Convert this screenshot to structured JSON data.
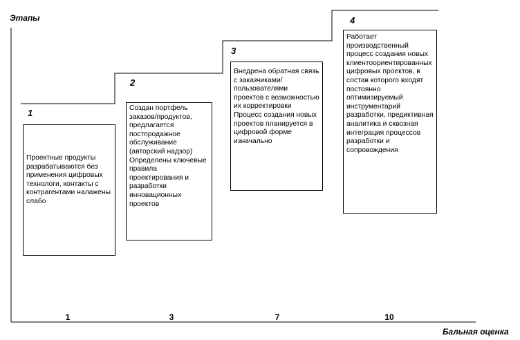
{
  "axes": {
    "y_label": "Этапы",
    "x_label": "Бальная оценка"
  },
  "stages": [
    {
      "number": "1",
      "score": "1",
      "text": [
        "Проектные продукты разрабатываются без применения цифровых технологи, контакты с контрагентами налажены слабо"
      ]
    },
    {
      "number": "2",
      "score": "3",
      "text": [
        "Создан портфель заказов/продуктов, предлагается постпродажное обслуживание (авторский надзор)",
        "Определены ключевые правила проектирования и разработки инновационных проектов"
      ]
    },
    {
      "number": "3",
      "score": "7",
      "text": [
        "Внедрена обратная связь с заказчиками/пользователями проектов с возможностью их корректировки",
        "Процесс создания новых проектов планируется в цифровой форме изначально"
      ]
    },
    {
      "number": "4",
      "score": "10",
      "text": [
        "Работает производственный процесс создания новых клиентоориентированных цифровых проектов, в состав которого входят постоянно оптимизируемый инструментарий разработки, предиктивная аналитика и сквозная интеграция процессов разработки и сопровождения"
      ]
    }
  ]
}
